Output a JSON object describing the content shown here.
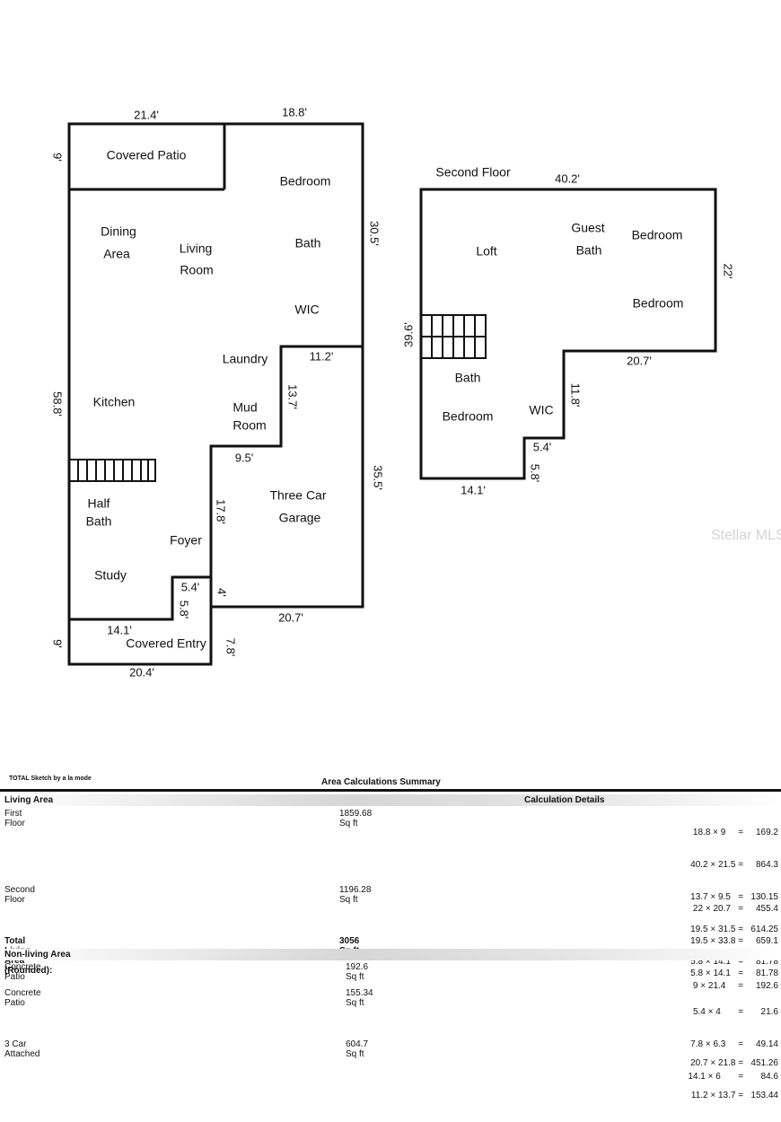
{
  "floor_plan": {
    "first_floor": {
      "rooms": {
        "covered_patio": "Covered Patio",
        "bedroom": "Bedroom",
        "dining_1": "Dining",
        "dining_2": "Area",
        "living_1": "Living",
        "living_2": "Room",
        "bath": "Bath",
        "wic": "WIC",
        "laundry": "Laundry",
        "kitchen": "Kitchen",
        "mud_1": "Mud",
        "mud_2": "Room",
        "garage_1": "Three Car",
        "garage_2": "Garage",
        "half_bath_1": "Half",
        "half_bath_2": "Bath",
        "foyer": "Foyer",
        "study": "Study",
        "covered_entry": "Covered Entry"
      },
      "dimensions": {
        "top_left": "21.4'",
        "top_right": "18.8'",
        "patio_side": "9'",
        "right_upper": "30.5'",
        "left": "58.8'",
        "step_top": "11.2'",
        "step_side": "13.7'",
        "step_bottom": "9.5'",
        "garage_right": "35.5'",
        "garage_left": "17.8'",
        "entry_notch_top": "5.4'",
        "entry_notch_side": "5.8'",
        "garage_notch": "4'",
        "garage_bottom": "20.7'",
        "entry_top": "14.1'",
        "entry_side_left": "9'",
        "entry_side_right": "7.8'",
        "entry_bottom": "20.4'"
      }
    },
    "second_floor": {
      "title": "Second Floor",
      "rooms": {
        "loft": "Loft",
        "guest_1": "Guest",
        "guest_2": "Bath",
        "bedroom_1": "Bedroom",
        "bedroom_2": "Bedroom",
        "bath": "Bath",
        "bedroom_3": "Bedroom",
        "wic": "WIC"
      },
      "dimensions": {
        "top": "40.2'",
        "right": "22'",
        "left": "39.6'",
        "step_bottom": "20.7'",
        "step_side": "11.8'",
        "notch_top": "5.4'",
        "notch_side": "5.8'",
        "bottom": "14.1'"
      }
    },
    "watermark": "Stellar MLS"
  },
  "summary": {
    "sketch_credit": "TOTAL Sketch by a la mode",
    "title": "Area Calculations Summary",
    "living_area_header": "Living Area",
    "calc_details_header": "Calculation Details",
    "non_living_header": "Non-living Area",
    "total_label": "Total Living Area (Rounded):",
    "total_value": "3056 Sq ft",
    "living_rows": [
      {
        "name": "First Floor",
        "area": "1859.68 Sq ft",
        "calcs": [
          "18.8 × 9     =     169.2",
          "40.2 × 21.5 =     864.3",
          "13.7 × 9.5   =   130.15",
          "19.5 × 31.5 =   614.25",
          "5.8 × 14.1   =     81.78"
        ]
      },
      {
        "name": "Second Floor",
        "area": "1196.28 Sq ft",
        "calcs": [
          "22 × 20.7   =     455.4",
          "19.5 × 33.8 =     659.1",
          "5.8 × 14.1   =     81.78"
        ]
      }
    ],
    "non_living_rows": [
      {
        "name": "Concrete Patio",
        "area": "192.6 Sq ft",
        "calcs": [
          "9 × 21.4     =     192.6"
        ]
      },
      {
        "name": "Concrete Patio",
        "area": "155.34 Sq ft",
        "calcs": [
          "5.4 × 4       =       21.6",
          "7.8 × 6.3     =     49.14",
          "14.1 × 6       =       84.6"
        ]
      },
      {
        "name": "3 Car Attached",
        "area": "604.7 Sq ft",
        "calcs": [
          "20.7 × 21.8 =   451.26",
          "11.2 × 13.7 =   153.44"
        ]
      }
    ]
  }
}
